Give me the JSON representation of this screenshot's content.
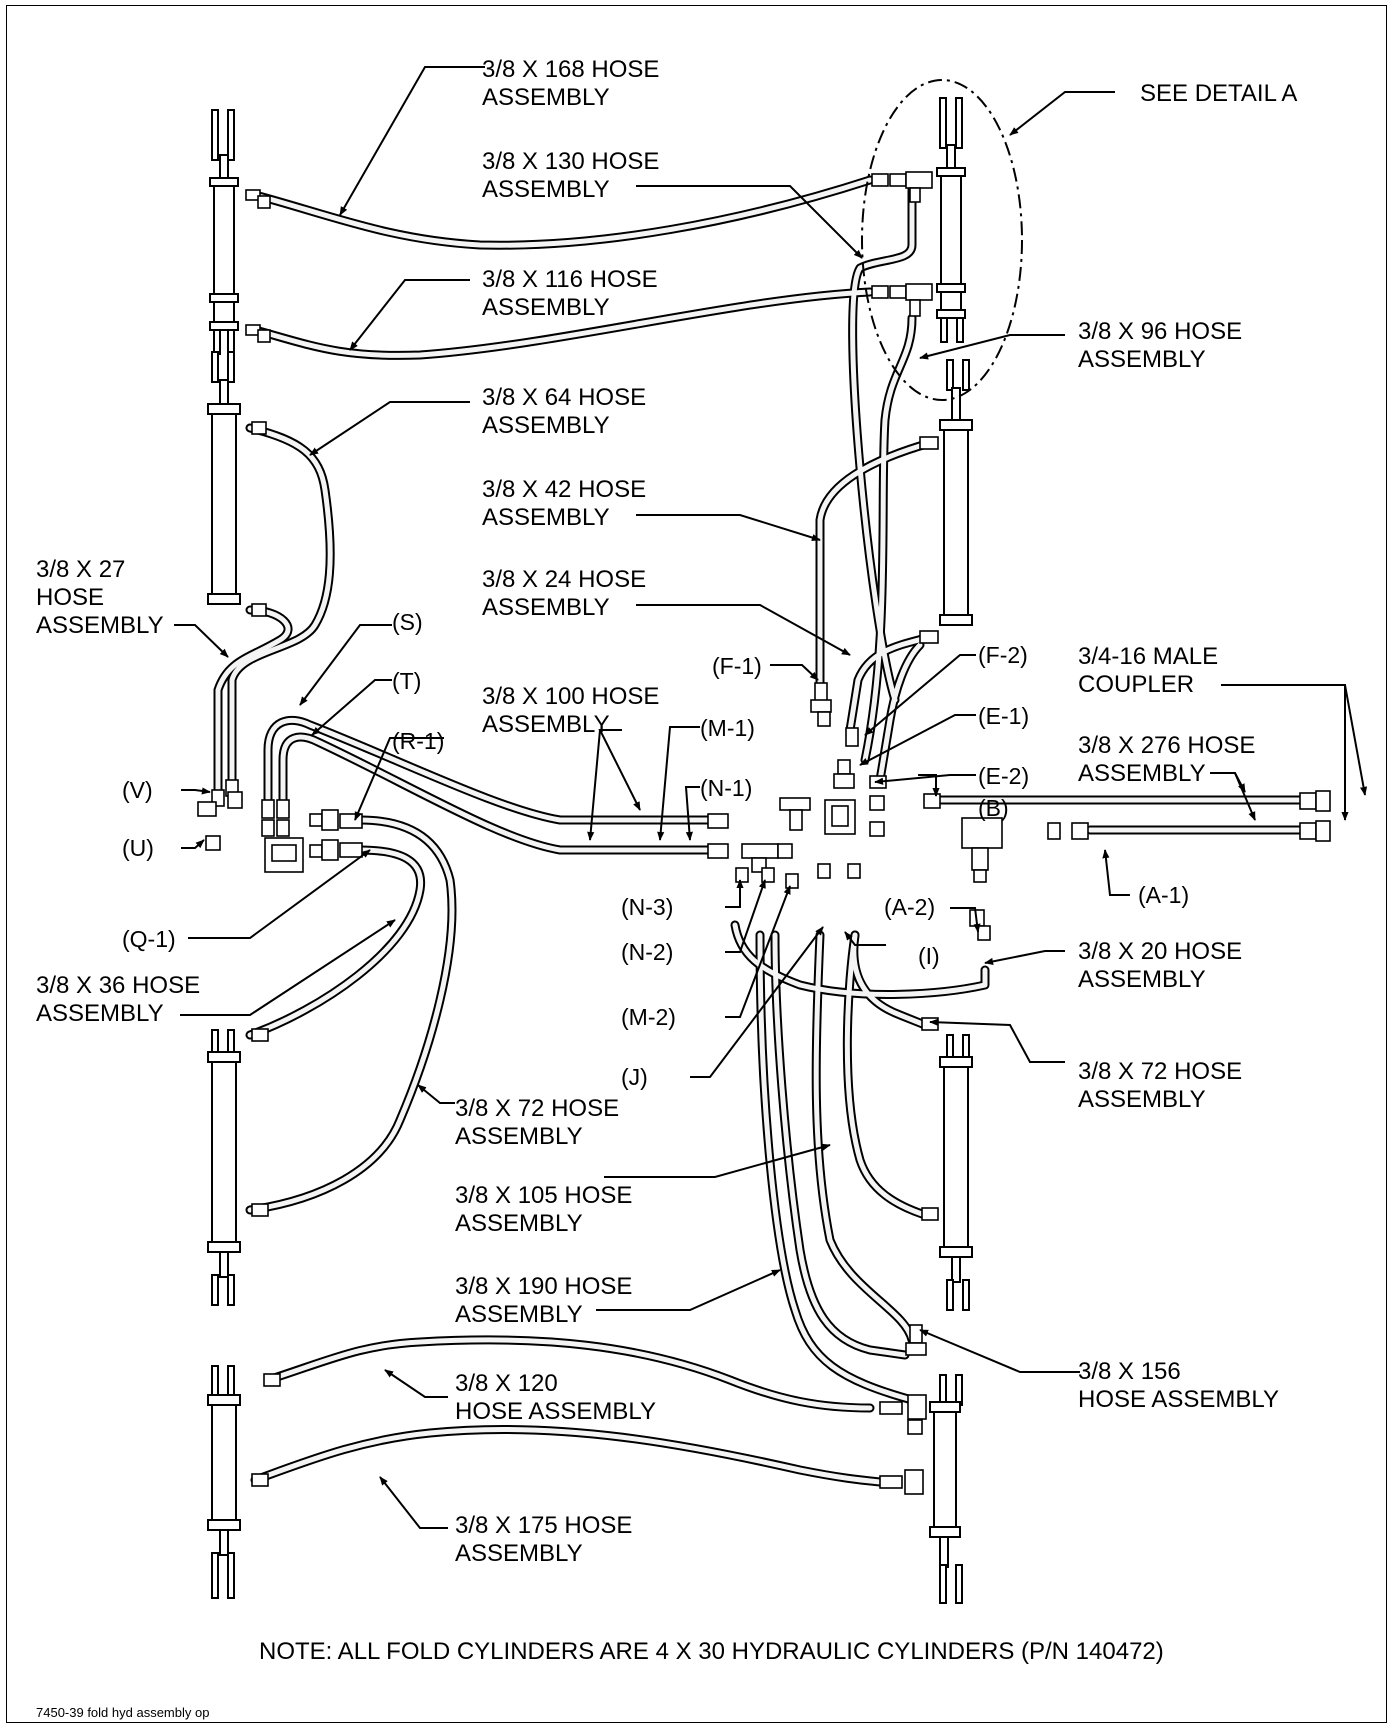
{
  "labels": {
    "h168": "3/8 X 168 HOSE\nASSEMBLY",
    "detail_a": "SEE DETAIL A",
    "h130": "3/8 X 130 HOSE\nASSEMBLY",
    "h116": "3/8 X 116 HOSE\nASSEMBLY",
    "h96": "3/8 X 96 HOSE\nASSEMBLY",
    "h64": "3/8 X 64 HOSE\nASSEMBLY",
    "h42": "3/8 X 42 HOSE\nASSEMBLY",
    "h27": "3/8 X 27\nHOSE\nASSEMBLY",
    "h24": "3/8 X 24 HOSE\nASSEMBLY",
    "male_coupler": "3/4-16 MALE\nCOUPLER",
    "h100": "3/8 X 100 HOSE\nASSEMBLY",
    "h276": "3/8 X 276 HOSE\nASSEMBLY",
    "h36": "3/8 X 36 HOSE\nASSEMBLY",
    "h20": "3/8 X 20 HOSE\nASSEMBLY",
    "h72_right": "3/8 X 72 HOSE\nASSEMBLY",
    "h72_left": "3/8 X 72 HOSE\nASSEMBLY",
    "h105": "3/8 X 105 HOSE\nASSEMBLY",
    "h190": "3/8 X 190 HOSE\nASSEMBLY",
    "h156": "3/8 X 156\nHOSE ASSEMBLY",
    "h120": "3/8 X 120\nHOSE ASSEMBLY",
    "h175": "3/8 X 175 HOSE\nASSEMBLY"
  },
  "callouts": {
    "S": "(S)",
    "T": "(T)",
    "F1": "(F-1)",
    "F2": "(F-2)",
    "E1": "(E-1)",
    "E2": "(E-2)",
    "M1": "(M-1)",
    "N1": "(N-1)",
    "R1": "(R-1)",
    "V": "(V)",
    "U": "(U)",
    "B": "(B)",
    "A1": "(A-1)",
    "A2": "(A-2)",
    "N3": "(N-3)",
    "N2": "(N-2)",
    "M2": "(M-2)",
    "I": "(I)",
    "J": "(J)",
    "Q1": "(Q-1)"
  },
  "note": "NOTE: ALL FOLD CYLINDERS ARE 4 X 30 HYDRAULIC CYLINDERS (P/N 140472)",
  "figure_id": "7450-39 fold hyd assembly op",
  "colors": {
    "ink": "#000000",
    "paper": "#ffffff",
    "hose_fill": "#f4f4f4"
  }
}
